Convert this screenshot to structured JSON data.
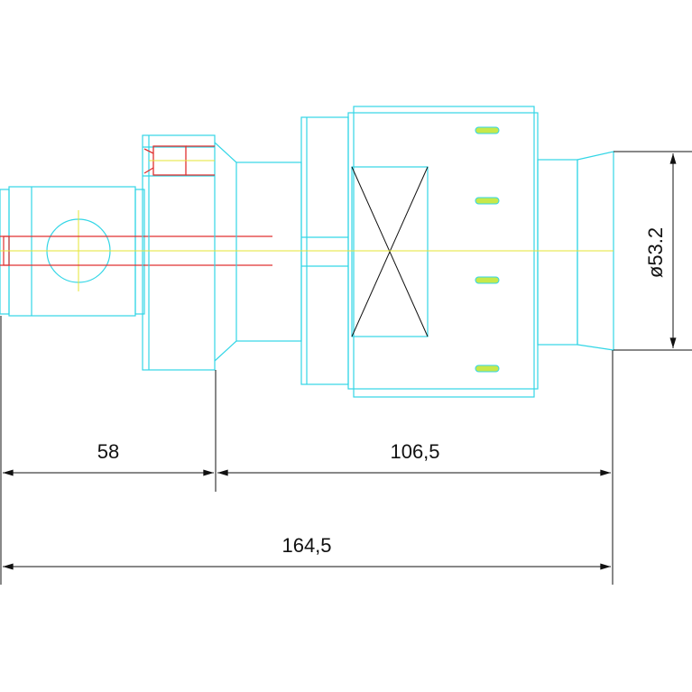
{
  "drawing": {
    "dimensions": {
      "left_length": "58",
      "right_length": "106,5",
      "total_length": "164,5",
      "diameter": "ø53.2"
    },
    "colors": {
      "part_outline": "#33d6e6",
      "centerline": "#e6e633",
      "hidden_detail": "#e03030",
      "dimension": "#111111",
      "cross": "#111111",
      "slot_fill": "#c8e84a"
    }
  }
}
